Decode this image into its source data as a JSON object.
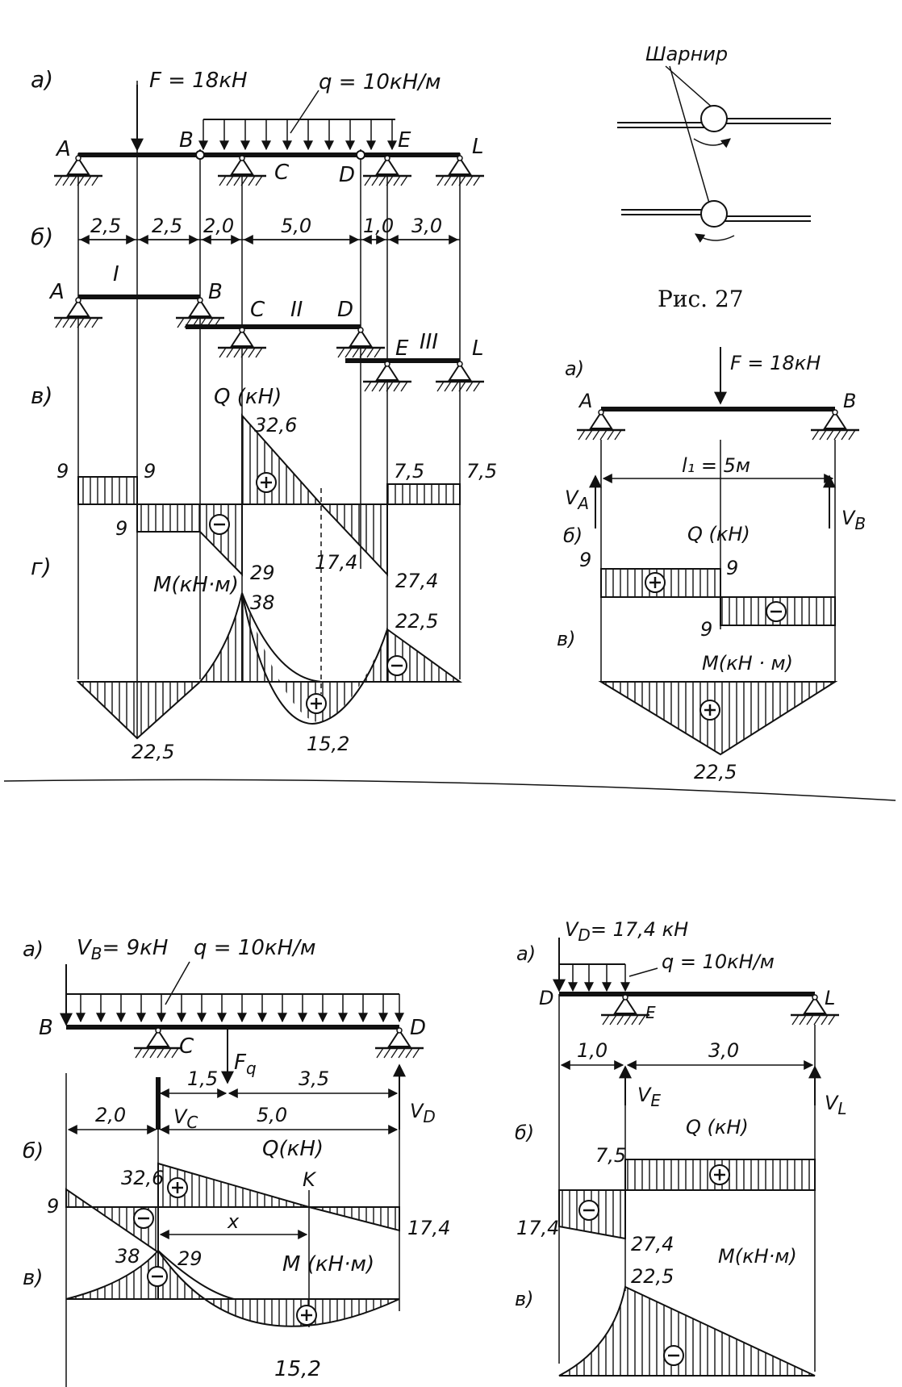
{
  "fig27": {
    "a": "а)",
    "b": "б)",
    "v": "в)",
    "g": "г)",
    "force": "F = 18кН",
    "load": "q = 10кН/м",
    "pts": {
      "A": "A",
      "B": "B",
      "C": "C",
      "D": "D",
      "E": "E",
      "L": "L"
    },
    "dims": [
      "2,5",
      "2,5",
      "2,0",
      "5,0",
      "1,0",
      "3,0"
    ],
    "beams": {
      "I": "I",
      "II": "II",
      "III": "III"
    },
    "Q_title": "Q   (кН)",
    "M_title": "M(кН·м)",
    "Q_values": {
      "v9a": "9",
      "v9b": "9",
      "v9c": "9",
      "v29": "29",
      "v32": "32,6",
      "v17": "17,4",
      "v27": "27,4",
      "v75a": "7,5",
      "v75b": "7,5"
    },
    "M_values": {
      "v38": "38",
      "v225a": "22,5",
      "v152": "15,2",
      "v225b": "22,5"
    }
  },
  "hinge": {
    "label": "Шарнир",
    "caption": "Рис. 27"
  },
  "figBeamI": {
    "a": "а)",
    "b": "б)",
    "v": "в)",
    "force": "F = 18кН",
    "A": "A",
    "B": "B",
    "span": "l₁ = 5м",
    "VA": "V",
    "VA_sub": "A",
    "VB": "V",
    "VB_sub": "B",
    "Q_title": "Q (кН)",
    "M_title": "M(кН · м)",
    "q1": "9",
    "q2": "9",
    "q3": "9",
    "m1": "22,5"
  },
  "figBeamII": {
    "a": "а)",
    "b": "б)",
    "v": "в)",
    "VB": "V",
    "VB_sub": "B",
    "VB_val": "= 9кН",
    "load": "q = 10кН/м",
    "B": "B",
    "C": "C",
    "D": "D",
    "Fq": "F",
    "Fq_sub": "q",
    "d15": "1,5",
    "d35": "3,5",
    "d20": "2,0",
    "d50": "5,0",
    "VC": "V",
    "VC_sub": "C",
    "VD": "V",
    "VD_sub": "D",
    "Q_title": "Q(кН)",
    "K": "K",
    "x": "x",
    "q326": "32,6",
    "q9": "9",
    "q29": "29",
    "q174": "17,4",
    "m38": "38",
    "M_title": "M (кН·м)",
    "m152": "15,2"
  },
  "figBeamIII": {
    "a": "а)",
    "b": "б)",
    "v": "в)",
    "VD": "V",
    "VD_sub": "D",
    "VD_val": "= 17,4 кН",
    "load": "q = 10кН/м",
    "D": "D",
    "E": "E",
    "L": "L",
    "d10": "1,0",
    "d30": "3,0",
    "VE": "V",
    "VE_sub": "E",
    "VL": "V",
    "VL_sub": "L",
    "Q_title": "Q (кН)",
    "q75": "7,5",
    "q174": "17,4",
    "q274": "27,4",
    "M_title": "M(кН·м)",
    "m225": "22,5"
  }
}
